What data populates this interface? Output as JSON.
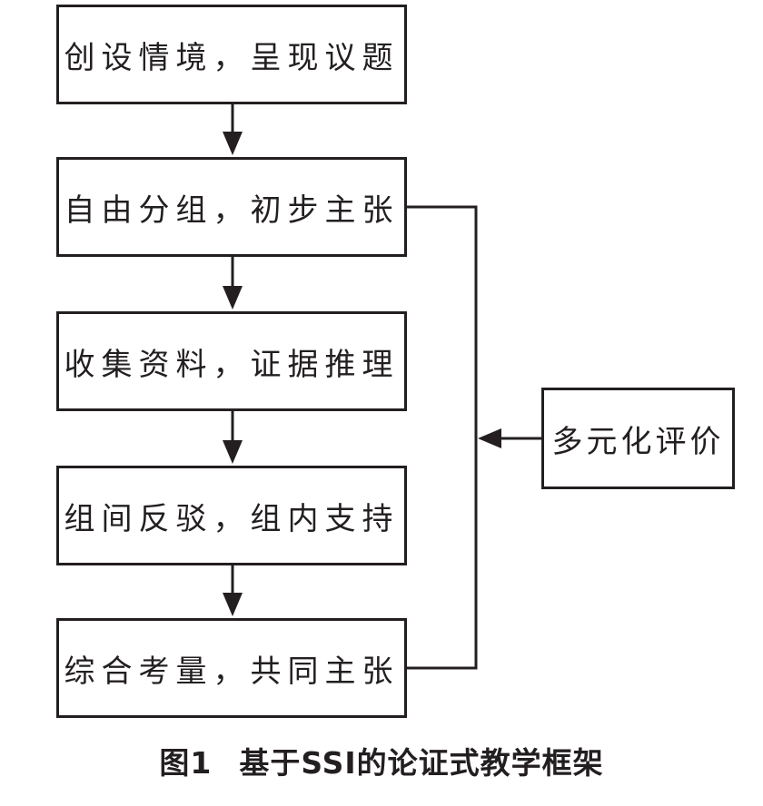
{
  "steps": [
    {
      "label": "创设情境，呈现议题"
    },
    {
      "label": "自由分组，初步主张"
    },
    {
      "label": "收集资料，证据推理"
    },
    {
      "label": "组间反驳，组内支持"
    },
    {
      "label": "综合考量，共同主张"
    }
  ],
  "evaluation": {
    "label": "多元化评价"
  },
  "caption": {
    "figure_number": "图1",
    "title": "基于SSI的论证式教学框架"
  },
  "colors": {
    "stroke": "#231f20",
    "background": "#ffffff"
  }
}
